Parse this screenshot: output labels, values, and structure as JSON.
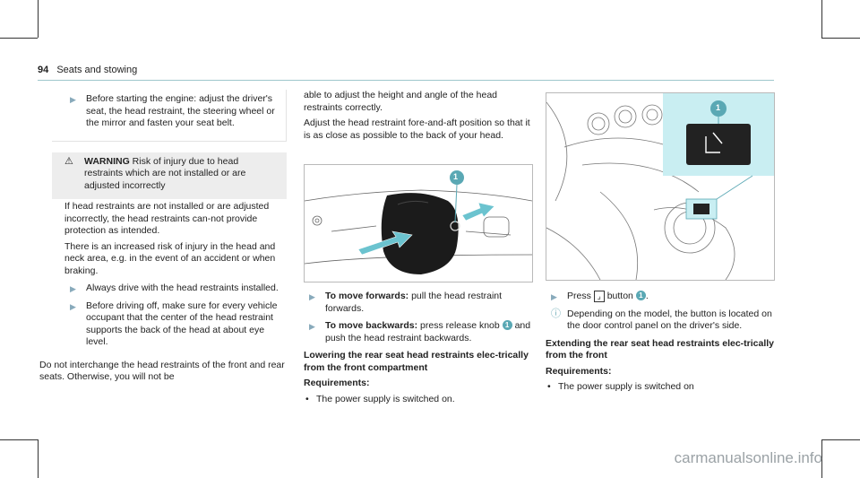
{
  "header": {
    "page_number": "94",
    "section": "Seats and stowing"
  },
  "col1": {
    "intro_step": "Before starting the engine: adjust the driver's seat, the head restraint, the steering wheel or the mirror and fasten your seat belt.",
    "warning_title": "WARNING",
    "warning_lead": "Risk of injury due to head restraints which are not installed or are adjusted incorrectly",
    "warning_p1": "If head restraints are not installed or are adjusted incorrectly, the head restraints can-not provide protection as intended.",
    "warning_p2": "There is an increased risk of injury in the head and neck area, e.g. in the event of an accident or when braking.",
    "step1": "Always drive with the head restraints installed.",
    "step2": "Before driving off, make sure for every vehicle occupant that the center of the head restraint supports the back of the head at about eye level.",
    "closing": "Do not interchange the head restraints of the front and rear seats. Otherwise, you will not be"
  },
  "col2": {
    "para1": "able to adjust the height and angle of the head restraints correctly.",
    "para2": "Adjust the head restraint fore-and-aft position so that it is as close as possible to the back of your head.",
    "figure_callout": "1",
    "step_forward_bold": "To move forwards:",
    "step_forward_text": "pull the head restraint forwards.",
    "step_back_bold": "To move backwards:",
    "step_back_text": "press release knob",
    "step_back_callout": "1",
    "step_back_text2": "and push the head restraint backwards.",
    "heading": "Lowering the rear seat head restraints elec-trically from the front compartment",
    "req_label": "Requirements:",
    "req_item": "The power supply is switched on."
  },
  "col3": {
    "figure_callout": "1",
    "step_press": "Press",
    "step_press_button": "button",
    "step_press_callout": "1",
    "note": "Depending on the model, the button is located on the door control panel on the driver's side.",
    "heading": "Extending the rear seat head restraints elec-trically from the front",
    "req_label": "Requirements:",
    "req_item": "The power supply is switched on"
  },
  "watermark": "carmanualsonline.info",
  "colors": {
    "accent": "#5aa8b4",
    "callout_bg": "#c9eef2",
    "rule": "#9ec7cc"
  }
}
